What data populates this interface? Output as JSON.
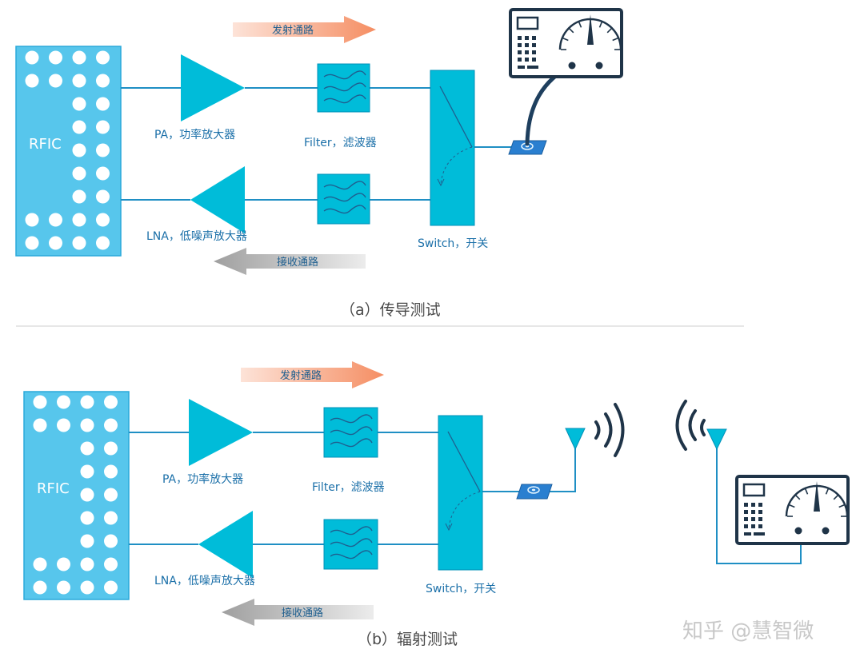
{
  "colors": {
    "block_fill": "#57c6ec",
    "component": "#00bcd9",
    "line": "#1f8fc4",
    "label": "#1a6fa8",
    "tx_arrow": "#f7a07e",
    "rx_arrow": "#b0b0b0",
    "meter": "#1f3448"
  },
  "diagram_a": {
    "rfic_label": "RFIC",
    "tx_path_label": "发射通路",
    "rx_path_label": "接收通路",
    "pa_label": "PA，功率放大器",
    "filter_label": "Filter，滤波器",
    "lna_label": "LNA，低噪声放大器",
    "switch_label": "Switch，开关",
    "caption": "（a）传导测试"
  },
  "diagram_b": {
    "rfic_label": "RFIC",
    "tx_path_label": "发射通路",
    "rx_path_label": "接收通路",
    "pa_label": "PA，功率放大器",
    "filter_label": "Filter，滤波器",
    "lna_label": "LNA，低噪声放大器",
    "switch_label": "Switch，开关",
    "caption": "（b）辐射测试"
  },
  "watermark": "知乎 @慧智微",
  "icons": [
    "rf-connector-icon",
    "antenna-icon",
    "signal-waves-icon",
    "test-instrument-icon",
    "filter-waves-icon"
  ]
}
